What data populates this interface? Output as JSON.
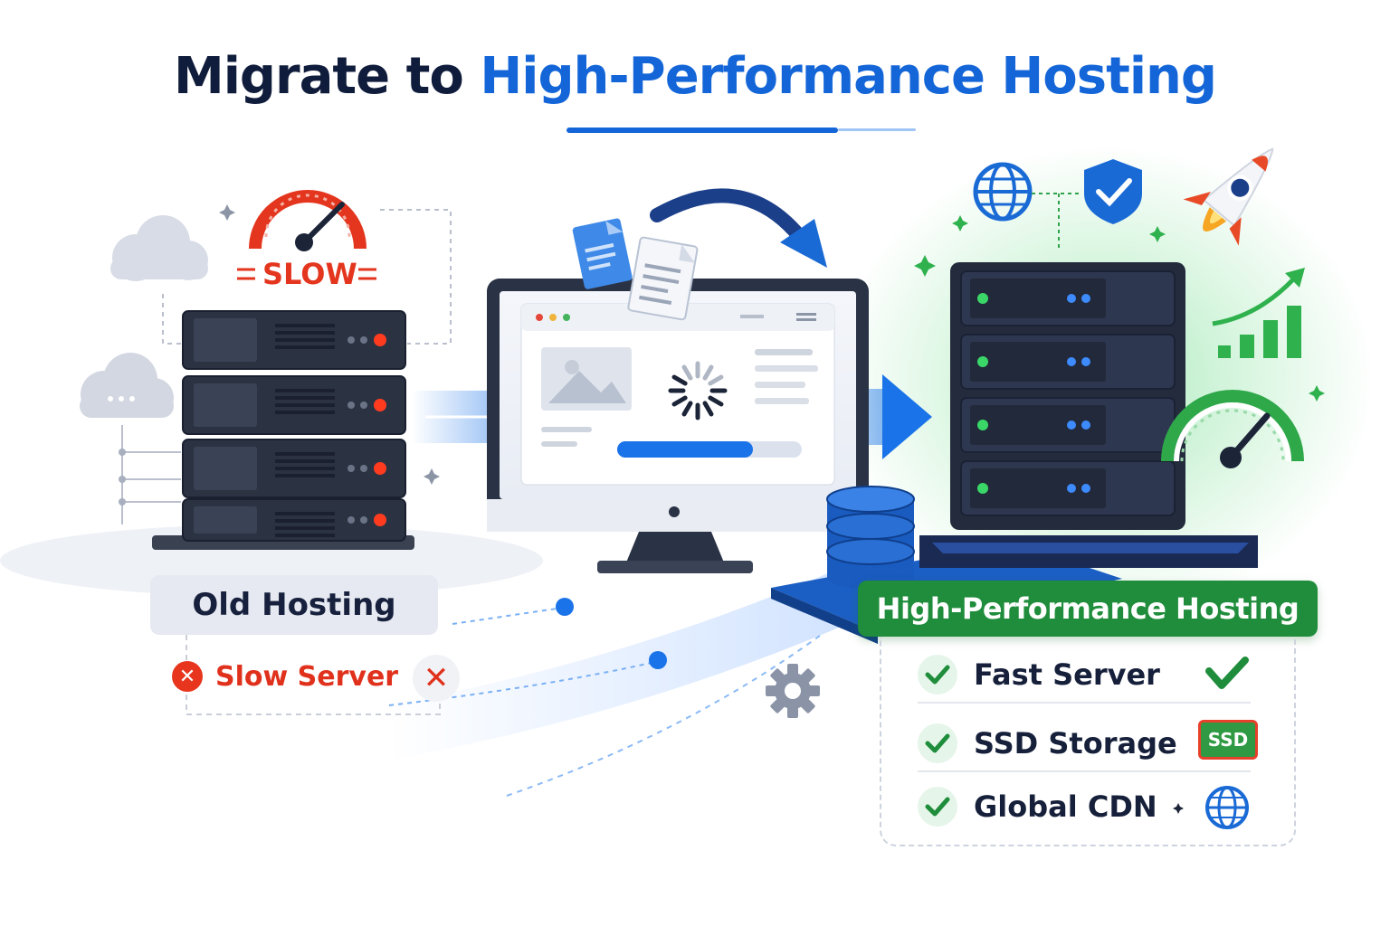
{
  "title": {
    "prefix": "Migrate to",
    "highlight": "High-Performance Hosting"
  },
  "old_hosting": {
    "label": "Old Hosting",
    "issue": "Slow Server",
    "gauge_label": "SLOW"
  },
  "new_hosting": {
    "label": "High-Performance Hosting",
    "features": [
      {
        "label": "Fast Server",
        "icon": "check-icon"
      },
      {
        "label": "SSD Storage",
        "icon": "ssd-icon",
        "badge": "SSD"
      },
      {
        "label": "Global CDN",
        "icon": "globe-icon"
      }
    ]
  },
  "colors": {
    "title_dark": "#101c3b",
    "accent_blue": "#1466d8",
    "alert_red": "#e0311c",
    "success_green": "#1f8d3b",
    "server_dark": "#2b3342"
  }
}
